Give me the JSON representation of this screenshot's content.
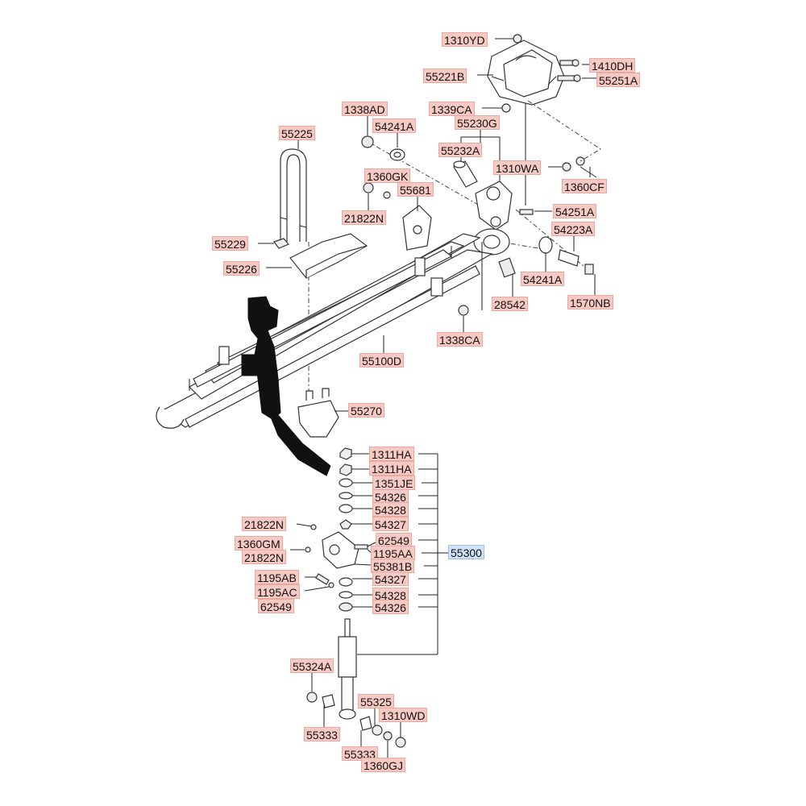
{
  "labels": {
    "l_1310YD": "1310YD",
    "l_55221B": "55221B",
    "l_1410DH": "1410DH",
    "l_55251A": "55251A",
    "l_1338AD": "1338AD",
    "l_1339CA": "1339CA",
    "l_55230G": "55230G",
    "l_54241A_top": "54241A",
    "l_55225": "55225",
    "l_55232A": "55232A",
    "l_1310WA": "1310WA",
    "l_1360CF": "1360CF",
    "l_1360GK": "1360GK",
    "l_55681": "55681",
    "l_21822N_top": "21822N",
    "l_54251A": "54251A",
    "l_55229": "55229",
    "l_54223A": "54223A",
    "l_55226": "55226",
    "l_54241A_mid": "54241A",
    "l_28542": "28542",
    "l_1570NB": "1570NB",
    "l_1338CA": "1338CA",
    "l_55100D": "55100D",
    "l_55270": "55270",
    "l_1311HA_1": "1311HA",
    "l_1311HA_2": "1311HA",
    "l_1351JE": "1351JE",
    "l_54326_top": "54326",
    "l_54328_top": "54328",
    "l_54327_top": "54327",
    "l_21822N_a": "21822N",
    "l_62549_r": "62549",
    "l_1360GM": "1360GM",
    "l_1195AA": "1195AA",
    "l_21822N_b": "21822N",
    "l_55381B": "55381B",
    "l_55300": "55300",
    "l_1195AB": "1195AB",
    "l_54327_bot": "54327",
    "l_1195AC": "1195AC",
    "l_54328_bot": "54328",
    "l_62549_l": "62549",
    "l_54326_bot": "54326",
    "l_55324A": "55324A",
    "l_55325": "55325",
    "l_1310WD": "1310WD",
    "l_55333_l": "55333",
    "l_55333_r": "55333",
    "l_1360GJ": "1360GJ"
  },
  "colors": {
    "label_fill": "#f7c9c3",
    "assembly_label_fill": "#cfe2f7"
  }
}
